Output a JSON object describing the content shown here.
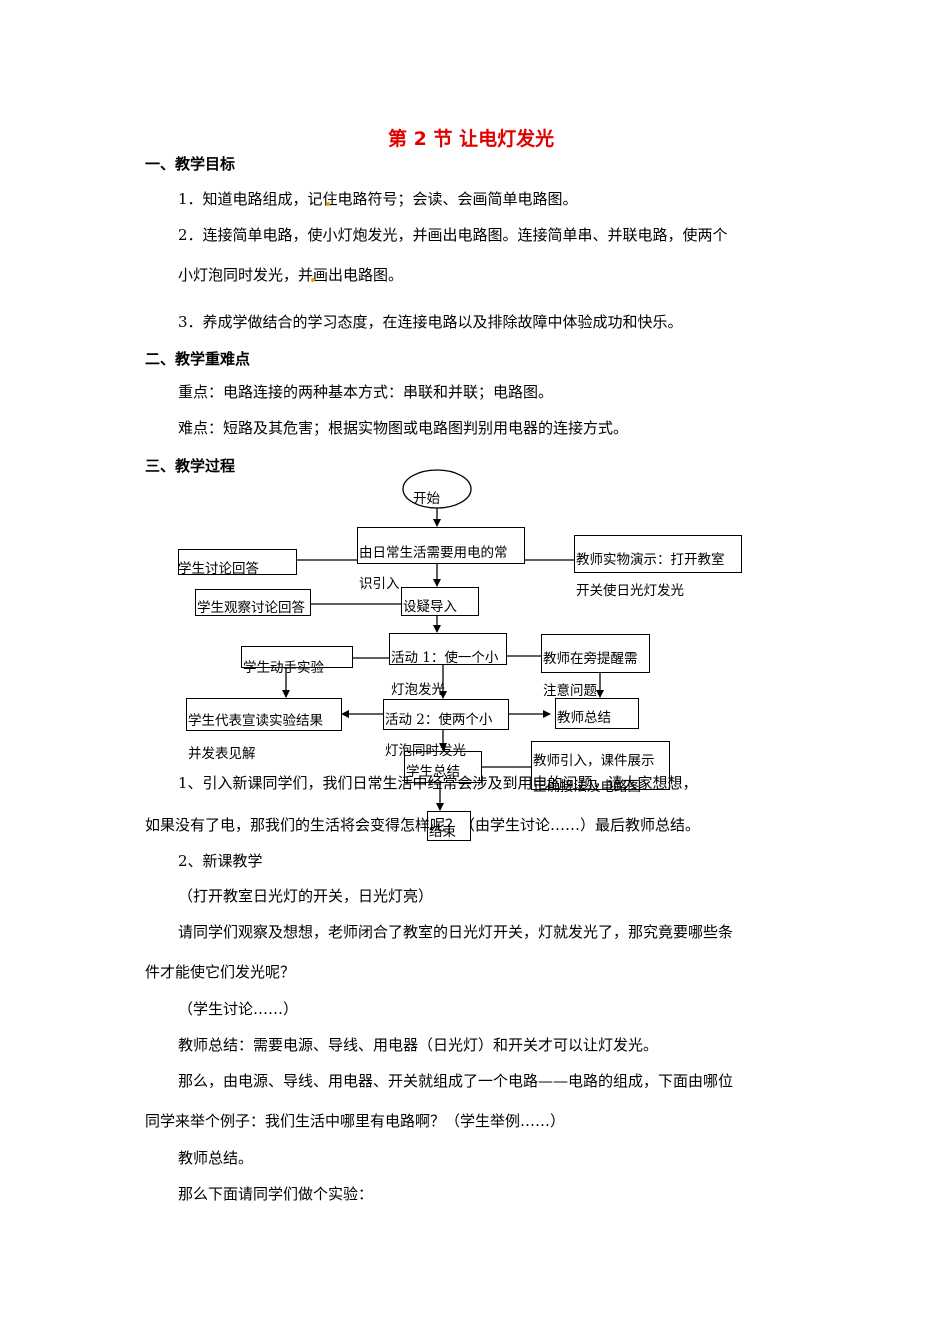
{
  "title": "第 2 节   让电灯发光",
  "sections": {
    "s1": "一、教学目标",
    "s2": "二、教学重难点",
    "s3": "三、教学过程"
  },
  "goals": {
    "g1": "1．知道电路组成，记住电路符号；会读、会画简单电路图。",
    "g2a": "2．连接简单电路，使小灯炮发光，并画出电路图。连接简单串、并联电路，使两个",
    "g2b": "小灯泡同时发光，并画出电路图。",
    "g3": "3．养成学做结合的学习态度，在连接电路以及排除故障中体验成功和快乐。"
  },
  "key_points": {
    "zhong": "重点：电路连接的两种基本方式：串联和并联；电路图。",
    "nan": "难点：短路及其危害；根据实物图或电路图判别用电器的连接方式。"
  },
  "flowchart": {
    "start": "开始",
    "intro_a": "由日常生活需要用电的常",
    "intro_b": "识引入",
    "question": "设疑导入",
    "act1_a": "活动 1：使一个小",
    "act1_b": "灯泡发光",
    "act2_a": "活动 2：使两个小",
    "act2_b": "灯泡同时发光",
    "summary": "学生总结",
    "end": "结束",
    "left1": "学生讨论回答",
    "left2": "学生观察讨论回答",
    "left3": "学生动手实验",
    "left4_a": "学生代表宣读实验结果",
    "left4_b": "并发表见解",
    "right1_a": "教师实物演示：打开教室",
    "right1_b": "开关使日光灯发光",
    "right2_a": "教师在旁提醒需",
    "right2_b": "注意问题",
    "right3": "教师总结",
    "right4_a": "教师引入，课件展示",
    "right4_b": "正确接法及电路图"
  },
  "body": {
    "p1a": "1、引入新课同学们，我们日常生活中经常会涉及到用电的问题，请大家想想，",
    "p1b": "如果没有了电，那我们的生活将会变得怎样呢？（由学生讨论……）最后教师总结。",
    "p2": "2、新课教学",
    "p3": "（打开教室日光灯的开关，日光灯亮）",
    "p4a": "请同学们观察及想想，老师闭合了教室的日光灯开关，灯就发光了，那究竟要哪些条",
    "p4b": "件才能使它们发光呢？",
    "p5": "（学生讨论……）",
    "p6": "教师总结：需要电源、导线、用电器（日光灯）和开关才可以让灯发光。",
    "p7a": "那么，由电源、导线、用电器、开关就组成了一个电路——电路的组成，下面由哪位",
    "p7b": "同学来举个例子：我们生活中哪里有电路啊？（学生举例……）",
    "p8": "教师总结。",
    "p9": "那么下面请同学们做个实验："
  }
}
